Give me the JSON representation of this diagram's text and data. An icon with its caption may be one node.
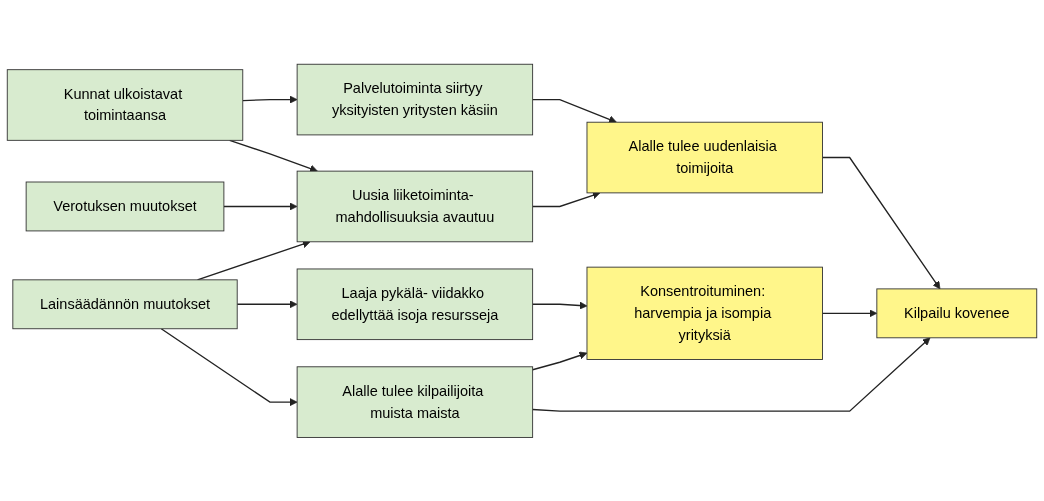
{
  "diagram": {
    "nodes": [
      {
        "text": [
          "Kunnat ulkoistavat toimintaansa"
        ]
      },
      {
        "text": [
          "Palvelutoiminta siirtyy yksityisten yritysten käsiin"
        ]
      },
      {
        "text": [
          "Alalle tulee uudenlaisia toimijoita"
        ]
      },
      {
        "text": [
          "Uusia liiketoiminta- mahdollisuuksia avautuu"
        ]
      },
      {
        "text": [
          "Verotuksen muutokset"
        ]
      },
      {
        "text": [
          "Lainsäädännön muutokset"
        ]
      },
      {
        "text": [
          "Laaja pykälä- viidakko edellyttää isoja resursseja"
        ]
      },
      {
        "text": [
          "Konsentroituminen: harvempia ja isompia yrityksiä"
        ]
      },
      {
        "text": [
          "Kilpailu kovenee"
        ]
      },
      {
        "text": [
          "Alalle tulee kilpailijoita muista maista"
        ]
      }
    ],
    "edges": [
      {
        "from": 0,
        "to": 1,
        "arrow": "to"
      },
      {
        "from": 0,
        "to": 3,
        "arrow": "to"
      },
      {
        "from": 1,
        "to": 2,
        "arrow": "to"
      },
      {
        "from": 3,
        "to": 2,
        "arrow": "to"
      },
      {
        "from": 4,
        "to": 3,
        "arrow": "to"
      },
      {
        "from": 5,
        "to": 3,
        "arrow": "to"
      },
      {
        "from": 5,
        "to": 6,
        "arrow": "to"
      },
      {
        "from": 5,
        "to": 9,
        "arrow": "to"
      },
      {
        "from": 6,
        "to": 7,
        "arrow": "to"
      },
      {
        "from": 9,
        "to": 7,
        "arrow": "to"
      },
      {
        "from": 2,
        "to": 8,
        "arrow": "to"
      },
      {
        "from": 7,
        "to": 8,
        "arrow": "to"
      },
      {
        "from": 9,
        "to": 8,
        "arrow": "to"
      }
    ]
  }
}
